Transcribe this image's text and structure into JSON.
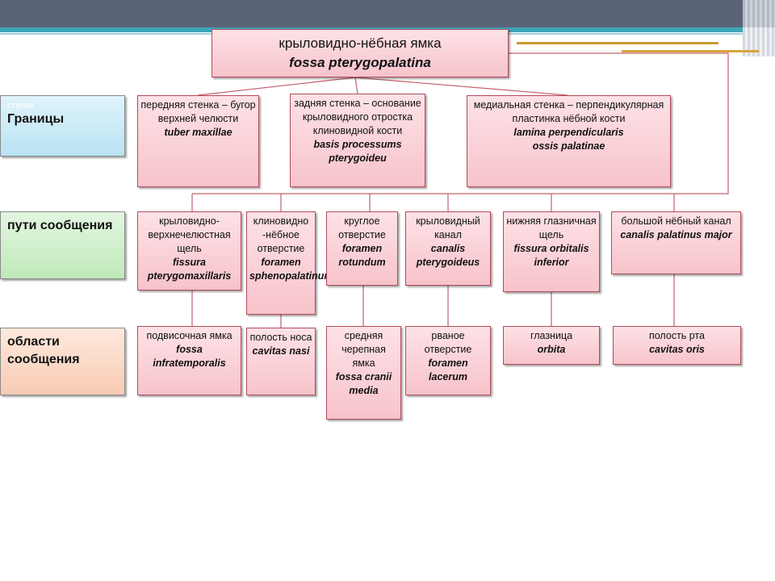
{
  "title": {
    "ru": "крыловидно-нёбная ямка",
    "lat": "fossa pterygopalatina"
  },
  "labels": {
    "borders_ghost": "стенки",
    "borders": "Границы",
    "paths": "пути сообщения",
    "areas": "области сообщения"
  },
  "walls": [
    {
      "ru": "передняя стенка – бугор верхней челюсти",
      "lat": "tuber maxillae"
    },
    {
      "ru": "задняя стенка – основание крыловидного отростка клиновидной кости",
      "lat": "basis processums pterygoideu"
    },
    {
      "ru": "медиальная стенка – перпендикулярная пластинка нёбной кости",
      "ru_lat": "lamina perpendicularis",
      "lat": "ossis palatinae"
    }
  ],
  "paths": [
    {
      "ru": "крыловидно-верхнечелюстная щель",
      "lat": "fissura pterygomaxillaris"
    },
    {
      "ru": "клиновидно -нёбное отверстие",
      "lat": "foramen sphenopalatinum"
    },
    {
      "ru": "круглое отверстие",
      "lat": "foramen rotundum"
    },
    {
      "ru": "крыловидный канал",
      "lat": "canalis pterygoideus"
    },
    {
      "ru": "нижняя глазничная щель",
      "lat": "fissura orbitalis inferior"
    },
    {
      "ru": "большой нёбный канал",
      "lat": "canalis palatinus major"
    }
  ],
  "areas": [
    {
      "ru": "подвисочная ямка",
      "lat": "fossa infratemporalis"
    },
    {
      "ru": "полость носа",
      "lat": "cavitas nasi"
    },
    {
      "ru": "средняя черепная ямка",
      "lat": "fossa cranii media"
    },
    {
      "ru": "рваное отверстие",
      "lat": "foramen lacerum"
    },
    {
      "ru": "глазница",
      "lat": "orbita"
    },
    {
      "ru": "полость рта",
      "lat": "cavitas oris"
    }
  ]
}
